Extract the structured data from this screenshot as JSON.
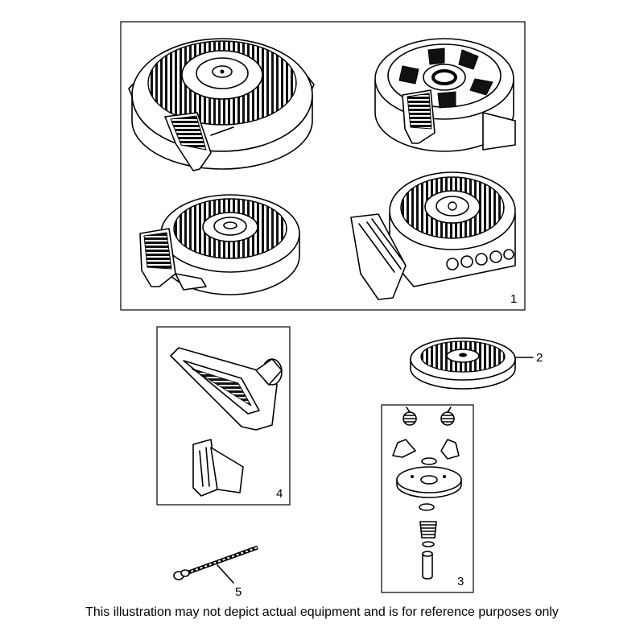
{
  "callouts": {
    "c1": "1",
    "c2": "2",
    "c3": "3",
    "c4": "4",
    "c5": "5"
  },
  "disclaimer": "This illustration may not depict actual equipment and is for reference purposes only"
}
